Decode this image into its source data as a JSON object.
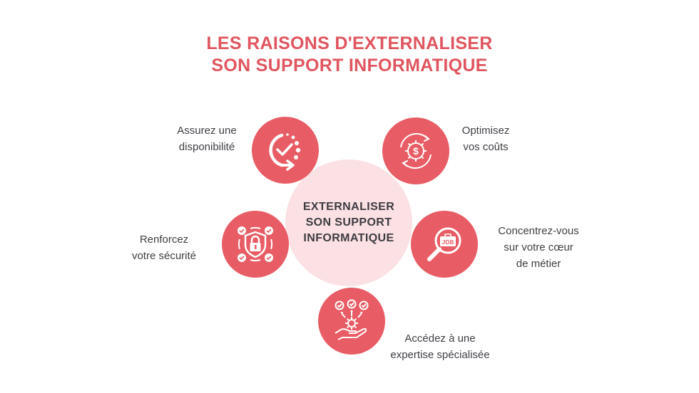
{
  "title": {
    "line1": "LES RAISONS D'EXTERNALISER",
    "line2": "SON SUPPORT INFORMATIQUE"
  },
  "center": {
    "line1": "EXTERNALISER",
    "line2": "SON SUPPORT",
    "line3": "INFORMATIQUE"
  },
  "colors": {
    "accent": "#e85c65",
    "title": "#e0555f",
    "center_fill": "#fbe1e3",
    "text": "#3f3f45"
  },
  "items": [
    {
      "icon": "availability-clock-check-icon",
      "line1": "Assurez une",
      "line2": "disponibilité"
    },
    {
      "icon": "cost-gear-dollar-cycle-icon",
      "line1": "Optimisez",
      "line2": "vos coûts"
    },
    {
      "icon": "security-shield-lock-icon",
      "line1": "Renforcez",
      "line2": "votre sécurité"
    },
    {
      "icon": "job-magnifier-icon",
      "line1": "Concentrez-vous",
      "line2": "sur votre cœur",
      "line3": "de métier"
    },
    {
      "icon": "expertise-hand-gear-icon",
      "line1": "Accédez à une",
      "line2": "expertise spécialisée"
    }
  ],
  "icon_text": {
    "job": "JOB",
    "dollar": "$"
  }
}
